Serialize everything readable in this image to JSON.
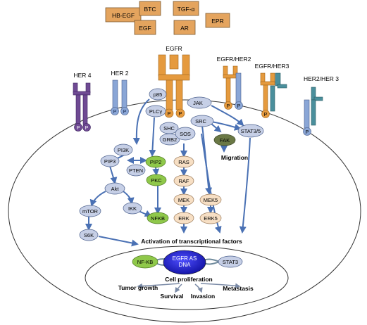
{
  "ligands": {
    "hb_egf": "HB-EGF",
    "btc": "BTC",
    "tgf_a": "TGF-α",
    "egf": "EGF",
    "ar": "AR",
    "epr": "EPR"
  },
  "receptors": {
    "her4": "HER 4",
    "her2": "HER 2",
    "egfr": "EGFR",
    "egfr_her2": "EGFR/HER2",
    "egfr_her3": "EGFR/HER3",
    "her2_her3": "HER2/HER 3",
    "phospho": "P"
  },
  "nodes": {
    "p85": "p85",
    "plcy": "PLCγ",
    "jak": "JAK",
    "shc": "SHC",
    "sos": "SOS",
    "grb2": "GRB2",
    "src": "SRC",
    "fak": "FAK",
    "stat35": "STAT3/5",
    "pi3k": "PI3K",
    "pip3": "PIP3",
    "pten": "PTEN",
    "pip2": "PIP2",
    "pkc": "PKC",
    "akt": "Akt",
    "ikk": "IKK",
    "mtor": "mTOR",
    "s6k": "S6K",
    "nfkb": "NFKB",
    "ras": "RAS",
    "raf": "RAF",
    "mek": "MEK",
    "mek5": "MEK5",
    "erk": "ERK",
    "erk5": "ERK5"
  },
  "labels": {
    "migration": "Migration",
    "activation": "Activation of transcriptional factors",
    "cell_proliferation": "Cell proliferation",
    "tumor_growth": "Tumor growth",
    "survival": "Survival",
    "invasion": "Invasion",
    "metastasis": "Metastasis"
  },
  "nucleus": {
    "nfkb": "NF-KB",
    "egfr_as": "EGFR AS",
    "dna": "DNA",
    "stat3": "STAT3"
  },
  "colors": {
    "ligand": "#e4a45e",
    "egfr": "#e59a3e",
    "her4": "#6f4a93",
    "her2": "#8aa6d6",
    "her3": "#4a8f9c",
    "node": "#c6cfe6",
    "green": "#8fc84a",
    "peach": "#f7dfc4",
    "fak": "#6a7845",
    "arrow": "#4a71b4",
    "nucleus_dna": "#2b2bd0"
  }
}
